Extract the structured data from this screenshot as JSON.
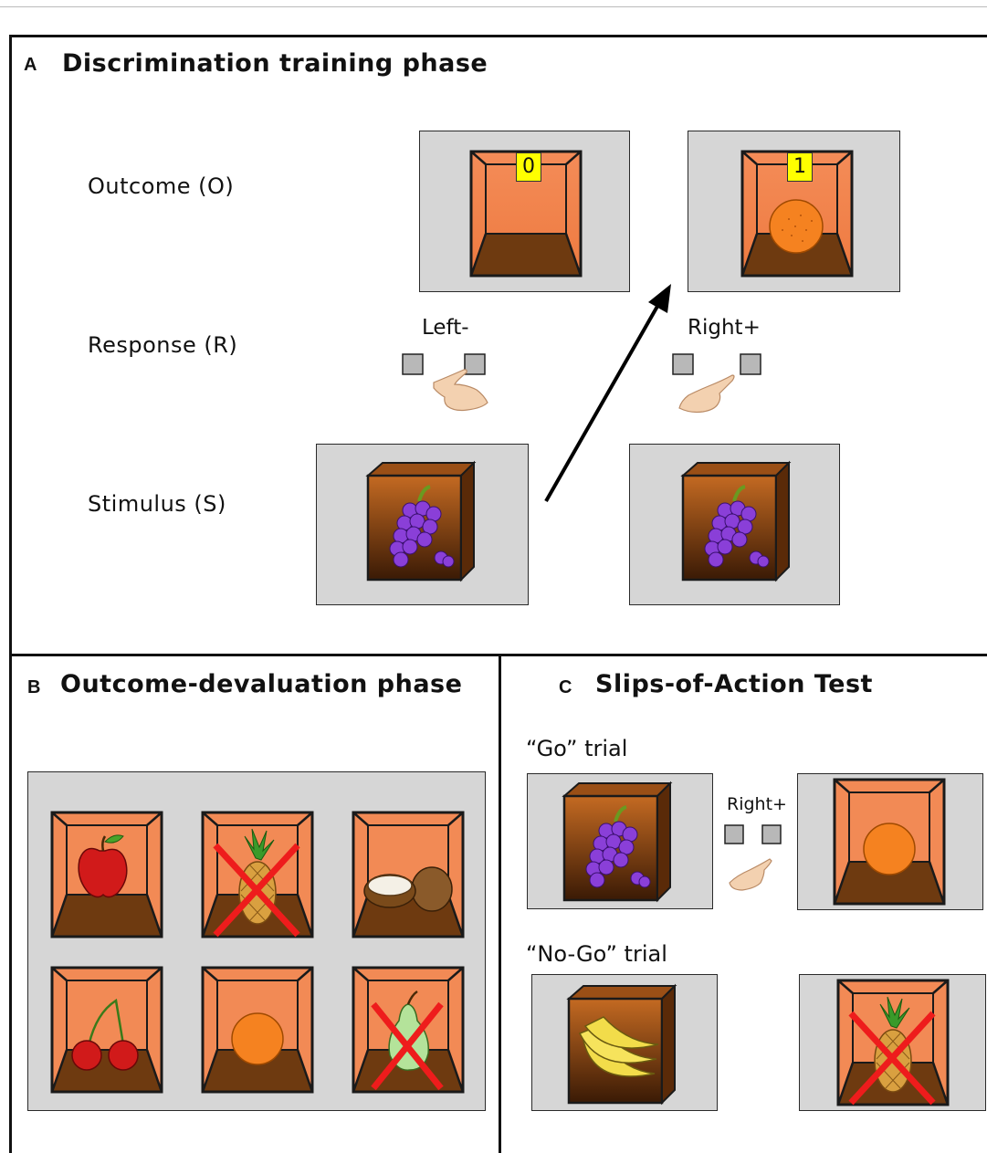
{
  "panel_a": {
    "letter": "A",
    "title": "Discrimination training phase",
    "row_outcome": "Outcome (O)",
    "row_response": "Response (R)",
    "row_stimulus": "Stimulus (S)",
    "left_response_label": "Left-",
    "right_response_label": "Right+",
    "outcome_left_counter": "0",
    "outcome_right_counter": "1"
  },
  "panel_b": {
    "letter": "B",
    "title": "Outcome-devaluation phase",
    "fruits": [
      "apple",
      "pineapple (devalued)",
      "coconut",
      "cherries",
      "orange",
      "pear (devalued)"
    ]
  },
  "panel_c": {
    "letter": "C",
    "title": "Slips-of-Action Test",
    "go_trial_label": "“Go” trial",
    "nogo_trial_label": "“No-Go” trial",
    "go_response_label": "Right+"
  },
  "colors": {
    "box_inner": "#f28a55",
    "box_floor": "#6e3a10",
    "screen_bg": "#d6d6d6",
    "counter_bg": "#ffff00",
    "cross": "#ee1c1c",
    "grape": "#8a3fd8"
  }
}
